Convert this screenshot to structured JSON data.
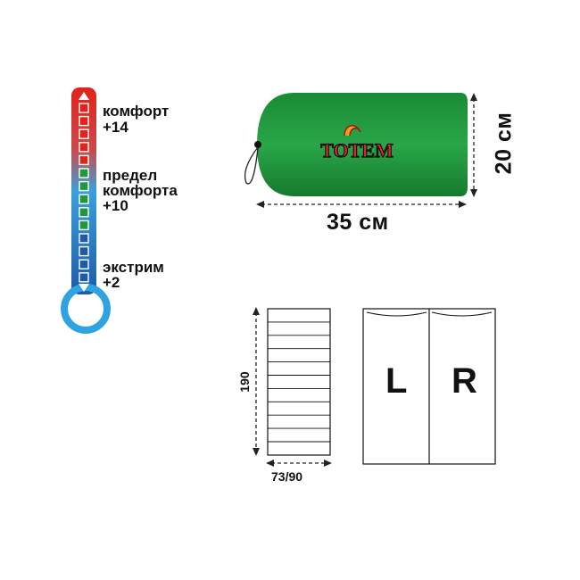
{
  "thermometer": {
    "comfort": {
      "label": "комфорт",
      "value": "+14"
    },
    "limit": {
      "label_line1": "предел",
      "label_line2": "комфорта",
      "value": "+10"
    },
    "extreme": {
      "label": "экстрим",
      "value": "+2"
    },
    "colors": {
      "warm": "#e2231a",
      "mid": "#3aa0dc",
      "cold": "#1e5aa8",
      "ring": "#2fa3e0"
    }
  },
  "pack": {
    "brand": "TOTEM",
    "length": "35 см",
    "diameter": "20 см",
    "color": "#1f8f3a"
  },
  "bag": {
    "length": "190",
    "width": "73/90",
    "left_label": "L",
    "right_label": "R"
  }
}
